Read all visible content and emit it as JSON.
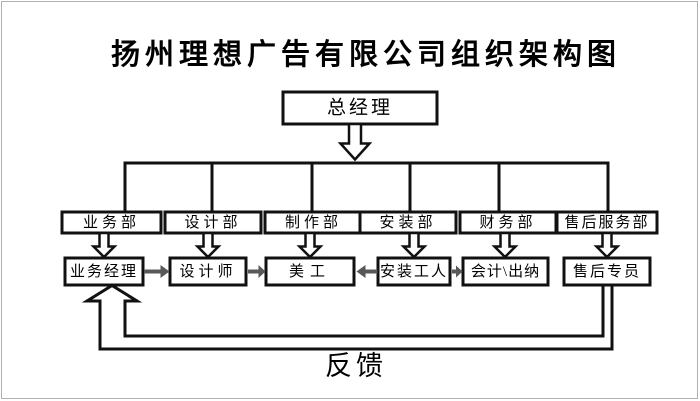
{
  "diagram": {
    "title": "扬州理想广告有限公司组织架构图",
    "top": {
      "label": "总经理"
    },
    "departments": [
      {
        "label": "业务部",
        "staff": "业务经理"
      },
      {
        "label": "设计部",
        "staff": "设计师"
      },
      {
        "label": "制作部",
        "staff": "美工"
      },
      {
        "label": "安装部",
        "staff": "安装工人"
      },
      {
        "label": "财务部",
        "staff": "会计\\出纳"
      },
      {
        "label": "售后服务部",
        "staff": "售后专员"
      }
    ],
    "workflow_links": [
      {
        "from": "业务经理",
        "to": "设计师",
        "direction": "right"
      },
      {
        "from": "设计师",
        "to": "美工",
        "direction": "right"
      },
      {
        "from": "安装工人",
        "to": "美工",
        "direction": "left"
      },
      {
        "from": "安装工人",
        "to": "会计\\出纳",
        "direction": "right"
      }
    ],
    "feedback": {
      "label": "反馈",
      "from": "售后专员",
      "to": "业务经理"
    }
  },
  "colors": {
    "line": "#111111",
    "connector_arrow": "#585858",
    "box_fill": "#ffffff",
    "frame": "#b0b0b0",
    "text": "#000000"
  }
}
